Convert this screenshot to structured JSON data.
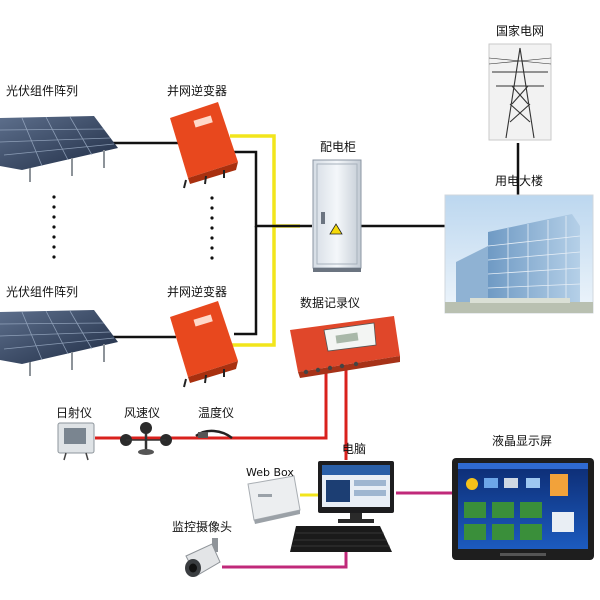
{
  "labels": {
    "pv_array_top": "光伏组件阵列",
    "pv_array_bottom": "光伏组件阵列",
    "inverter_top": "并网逆变器",
    "inverter_bottom": "并网逆变器",
    "distribution_cabinet": "配电柜",
    "national_grid": "国家电网",
    "building": "用电大楼",
    "data_logger": "数据记录仪",
    "irradiance_meter": "日射仪",
    "anemometer": "风速仪",
    "thermometer": "温度仪",
    "computer": "电脑",
    "lcd_screen": "液晶显示屏",
    "web_box": "Web Box",
    "camera": "监控摄像头"
  },
  "colors": {
    "power_line": "#111111",
    "dc_line": "#f2e51c",
    "sensor_line": "#d9211d",
    "video_line": "#c0297a",
    "inverter": "#e8481e",
    "logger": "#e0472a"
  }
}
